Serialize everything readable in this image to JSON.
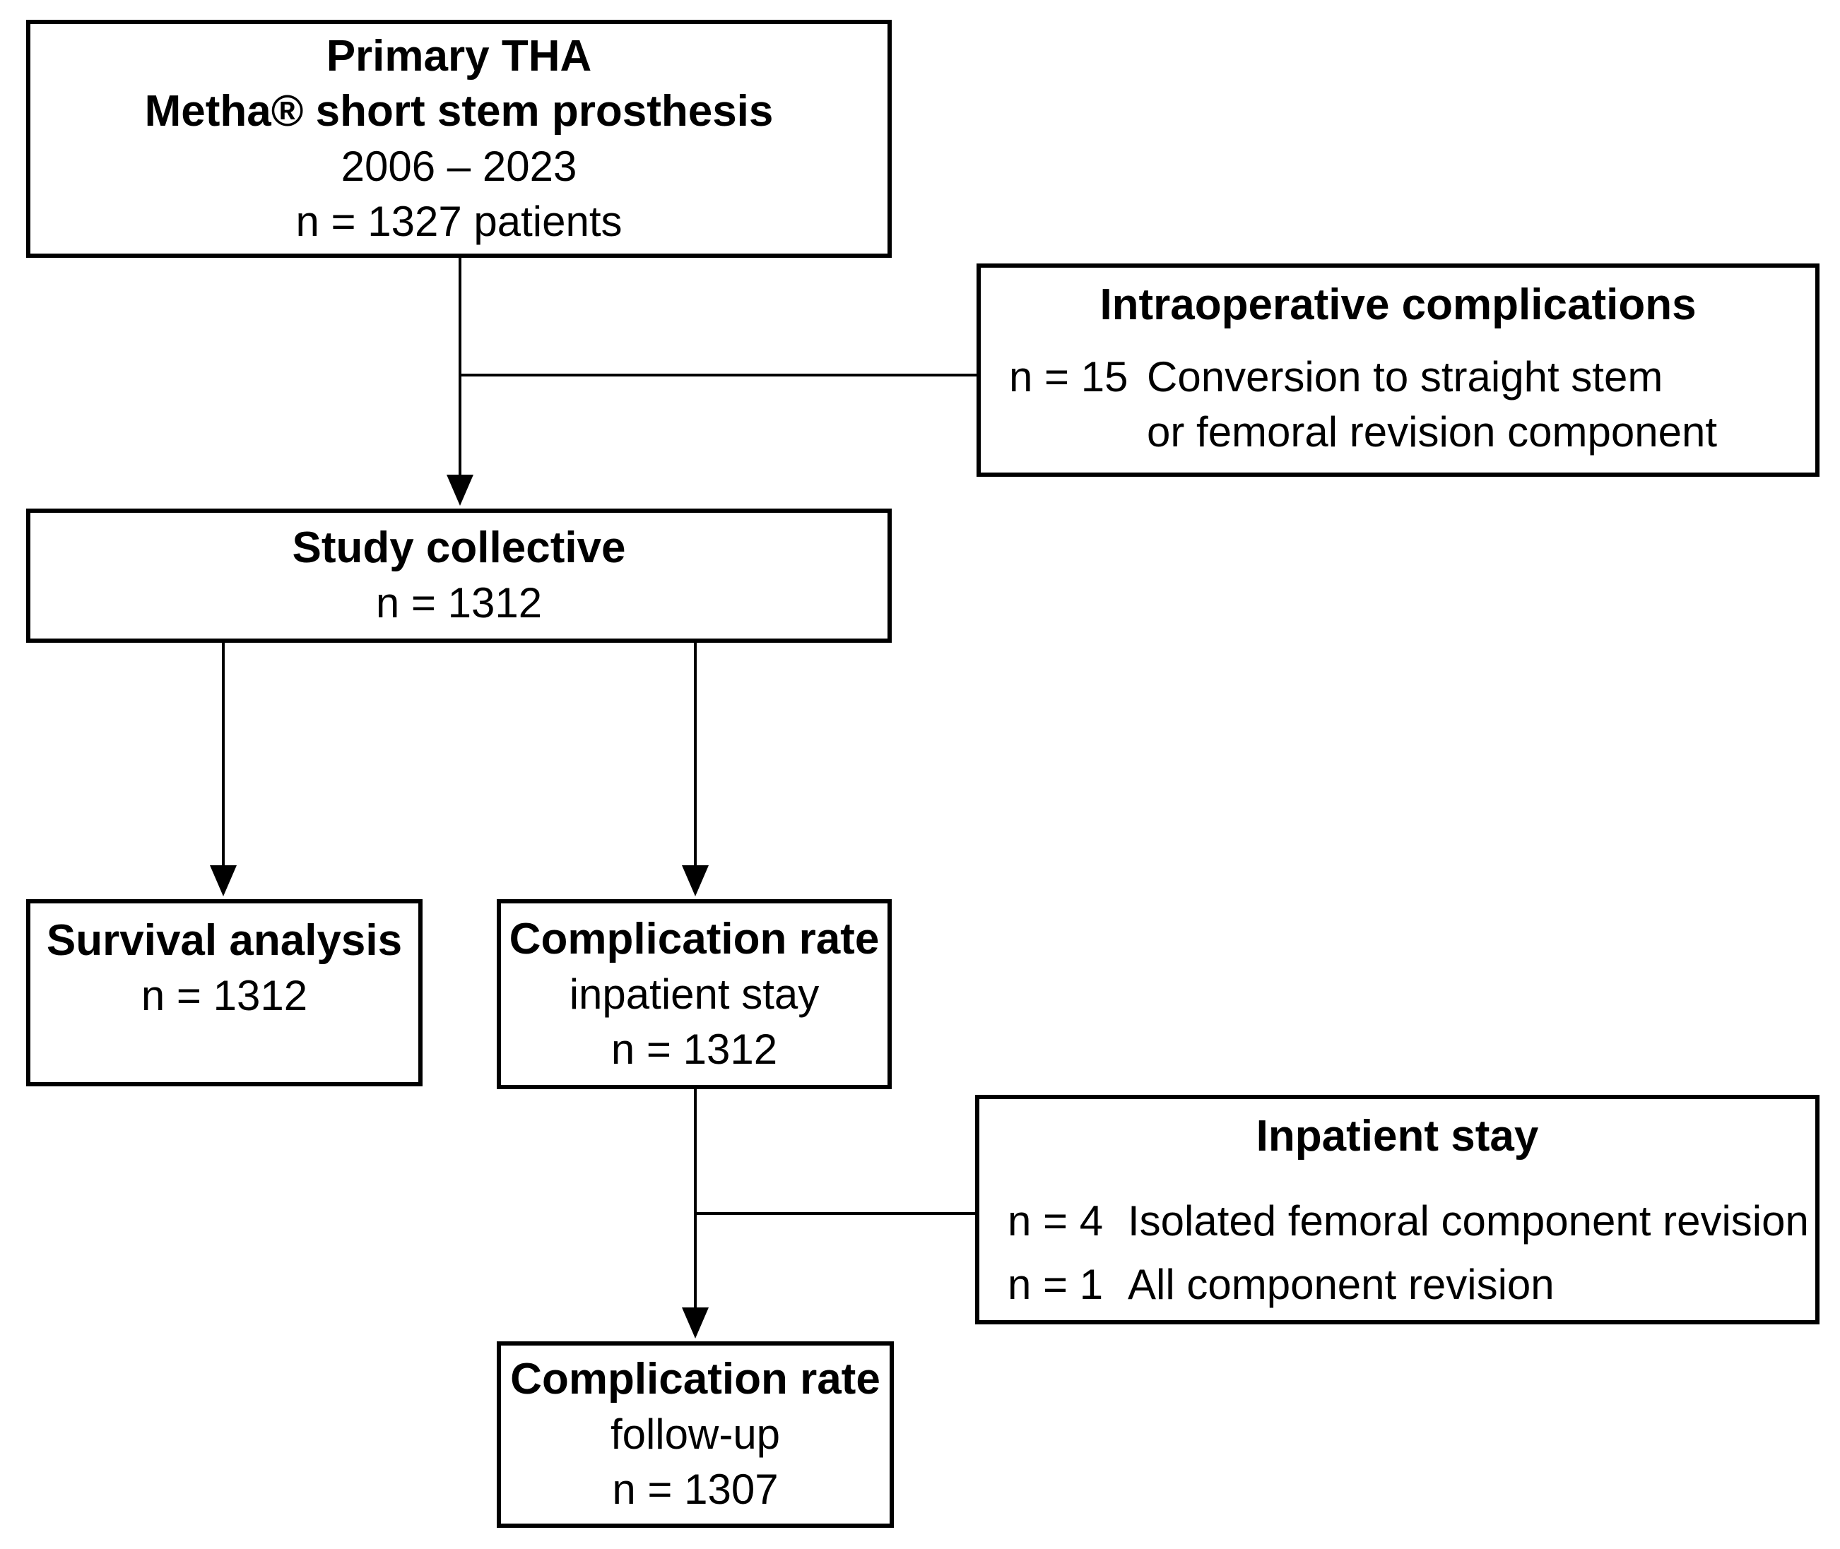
{
  "colors": {
    "ink": "#000000",
    "paper": "#ffffff"
  },
  "boxes": {
    "primary": {
      "line1": "Primary THA",
      "line2": "Metha® short stem prosthesis",
      "line3": "2006 – 2023",
      "line4": "n = 1327 patients"
    },
    "intraop": {
      "title": "Intraoperative complications",
      "row_label": "n = 15",
      "row_text": "Conversion to straight stem",
      "row_text_cont": "or femoral revision component"
    },
    "study": {
      "title": "Study collective",
      "count": "n = 1312"
    },
    "survival": {
      "title": "Survival analysis",
      "count": "n = 1312"
    },
    "complication_inpatient": {
      "title": "Complication rate",
      "subtitle": "inpatient stay",
      "count": "n = 1312"
    },
    "inpatient_stay": {
      "title": "Inpatient stay",
      "row1_label": "n = 4",
      "row1_text": "Isolated femoral component revision",
      "row2_label": "n = 1",
      "row2_text": "All component revision"
    },
    "complication_followup": {
      "title": "Complication rate",
      "subtitle": "follow-up",
      "count": "n = 1307"
    }
  }
}
